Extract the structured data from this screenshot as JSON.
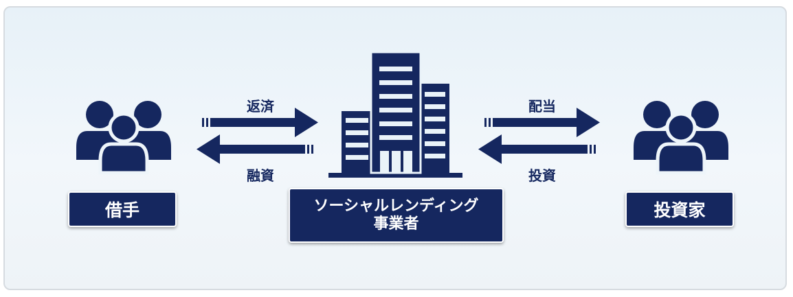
{
  "diagram": {
    "nodes": {
      "borrower": {
        "label": "借手",
        "icon": "people-group-icon"
      },
      "platform": {
        "label_line1": "ソーシャルレンディング",
        "label_line2": "事業者",
        "icon": "office-building-icon"
      },
      "investor": {
        "label": "投資家",
        "icon": "people-group-icon"
      }
    },
    "edges": {
      "repayment": {
        "label": "返済"
      },
      "financing": {
        "label": "融資"
      },
      "dividend": {
        "label": "配当"
      },
      "investment": {
        "label": "投資"
      }
    },
    "colors": {
      "primary": "#15275f",
      "background": "#eaf3f9",
      "border": "#d6dbe0"
    }
  }
}
